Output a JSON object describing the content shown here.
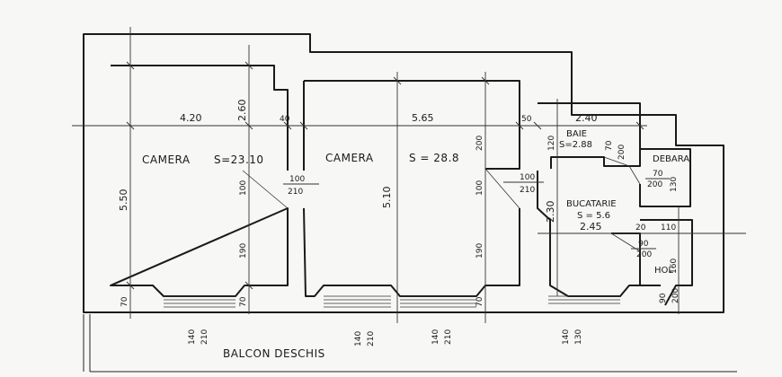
{
  "rooms": {
    "camera1": {
      "name": "CAMERA",
      "area": "S=23.10"
    },
    "camera2": {
      "name": "CAMERA",
      "area": "S = 28.8"
    },
    "baie": {
      "name": "BAIE",
      "area": "S=2.88"
    },
    "debara": {
      "name": "DEBARA"
    },
    "bucatarie": {
      "name": "BUCATARIE",
      "area": "S = 5.6"
    },
    "hol": {
      "name": "HOL"
    },
    "balcon": {
      "name": "BALCON DESCHIS"
    }
  },
  "dims": {
    "w420": "4.20",
    "h260": "2.60",
    "w40": "40",
    "w565": "5.65",
    "w50": "50",
    "w240": "2.40",
    "h550": "5.50",
    "h510": "5.10",
    "h120": "120",
    "h200a": "200",
    "h200b": "200",
    "h100a": "100",
    "h100b": "100",
    "h190a": "190",
    "h190b": "190",
    "h70a": "70",
    "h70b": "70",
    "h70c": "70",
    "h230": "2.30",
    "w245": "2.45",
    "w110": "110",
    "w20": "20",
    "h160": "160",
    "h130": "130"
  },
  "doors": {
    "d1": {
      "top": "100",
      "bottom": "210"
    },
    "d2": {
      "top": "100",
      "bottom": "210"
    },
    "baie": {
      "top": "70",
      "bottom": "200"
    },
    "debara": {
      "top": "70",
      "bottom": "200"
    },
    "bucatarie": {
      "top": "90",
      "bottom": "200"
    },
    "hol": {
      "top": "90",
      "bottom": "200"
    }
  },
  "windows": {
    "w1": {
      "top": "140",
      "bottom": "210"
    },
    "w2": {
      "top": "140",
      "bottom": "210"
    },
    "w3": {
      "top": "140",
      "bottom": "210"
    },
    "w4": {
      "top": "140",
      "bottom": "130"
    }
  }
}
